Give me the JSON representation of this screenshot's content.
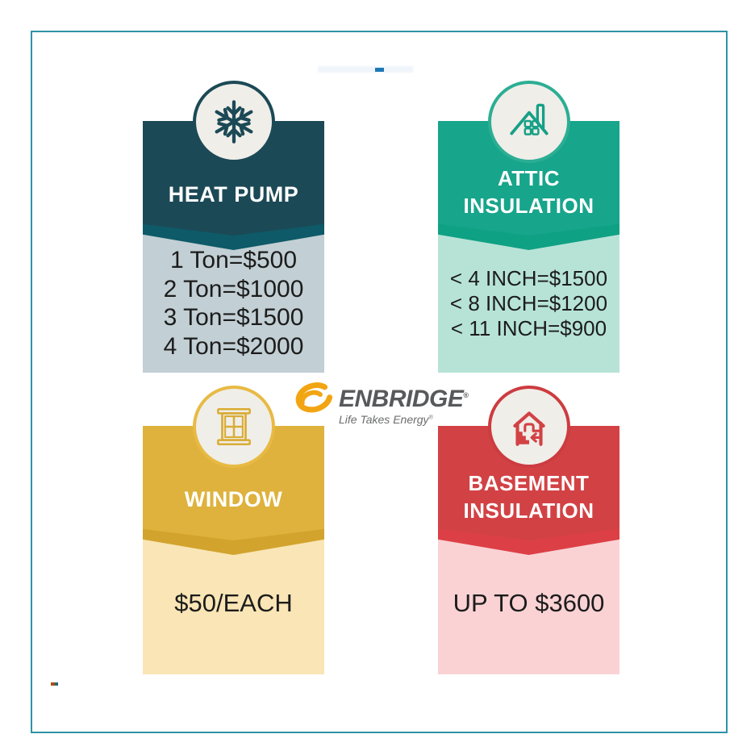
{
  "page": {
    "background": "#FFFFFF",
    "border_color": "#2E93A7"
  },
  "logo": {
    "wordmark": "ENBRIDGE",
    "wordmark_mark": "®",
    "tagline": "Life Takes Energy",
    "tagline_mark": "®",
    "swirl_color": "#F2A513",
    "wordmark_color": "#58595B"
  },
  "cards": [
    {
      "id": "heat-pump",
      "icon": "snowflake-icon",
      "title_lines": [
        "HEAT PUMP"
      ],
      "body_lines": [
        "1 Ton=$500",
        "2 Ton=$1000",
        "3 Ton=$1500",
        "4 Ton=$2000"
      ],
      "colors": {
        "header": "#1C4956",
        "chevron": "#0E5A68",
        "body": "#C2CFD4",
        "ring": "#1C4956"
      }
    },
    {
      "id": "attic-insulation",
      "icon": "attic-house-icon",
      "title_lines": [
        "ATTIC",
        "INSULATION"
      ],
      "body_lines": [
        "< 4 INCH=$1500",
        "< 8 INCH=$1200",
        "< 11 INCH=$900"
      ],
      "colors": {
        "header": "#17A58B",
        "chevron": "#0FA183",
        "body": "#B7E3D7",
        "ring": "#2CAE93"
      }
    },
    {
      "id": "window",
      "icon": "window-icon",
      "title_lines": [
        "WINDOW"
      ],
      "body_lines": [
        "$50/EACH"
      ],
      "colors": {
        "header": "#DEB23C",
        "chevron": "#D2A32D",
        "body": "#F9E5B5",
        "ring": "#E8BA44"
      }
    },
    {
      "id": "basement-insulation",
      "icon": "basement-house-icon",
      "title_lines": [
        "BASEMENT",
        "INSULATION"
      ],
      "body_lines": [
        "UP TO $3600"
      ],
      "colors": {
        "header": "#D24245",
        "chevron": "#DC4046",
        "body": "#FAD2D4",
        "ring": "#CC3C40"
      }
    }
  ],
  "artifacts": {
    "top_dash_color": "#1E78B6",
    "bottom_left_speck": "multicolor"
  }
}
